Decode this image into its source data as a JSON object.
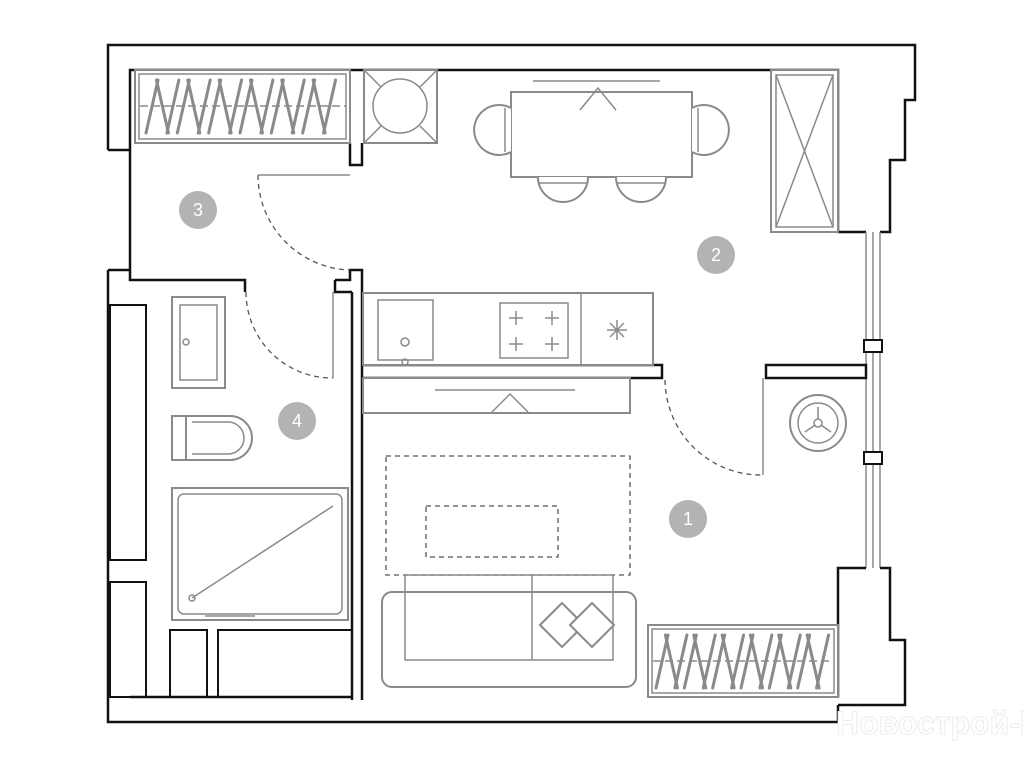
{
  "rooms": [
    {
      "number": "1"
    },
    {
      "number": "2"
    },
    {
      "number": "3"
    },
    {
      "number": "4"
    }
  ],
  "watermark": "Новострой-М",
  "colors": {
    "wall": "#111111",
    "furniture": "#8a8a8a",
    "label_circle": "#b3b3b3"
  }
}
